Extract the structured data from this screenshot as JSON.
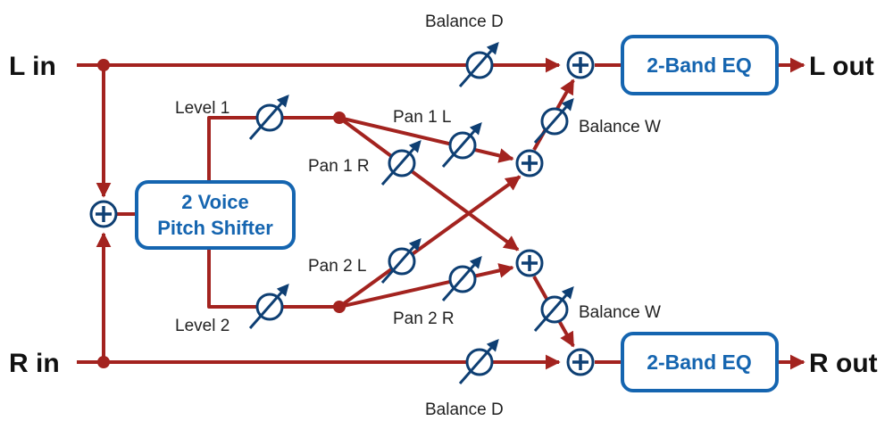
{
  "diagram": {
    "inputs": {
      "left": "L in",
      "right": "R in"
    },
    "outputs": {
      "left": "L out",
      "right": "R out"
    },
    "pitch_shifter": {
      "line1": "2 Voice",
      "line2": "Pitch Shifter"
    },
    "eq": {
      "top": "2-Band EQ",
      "bottom": "2-Band EQ"
    },
    "labels": {
      "balance_d_top": "Balance D",
      "balance_d_bottom": "Balance D",
      "balance_w_top": "Balance W",
      "balance_w_bottom": "Balance W",
      "level1": "Level 1",
      "level2": "Level 2",
      "pan1l": "Pan 1 L",
      "pan1r": "Pan 1 R",
      "pan2l": "Pan 2 L",
      "pan2r": "Pan 2 R"
    },
    "colors": {
      "signal": "#a3231f",
      "block": "#1565b0",
      "knob": "#0e3f73"
    }
  }
}
